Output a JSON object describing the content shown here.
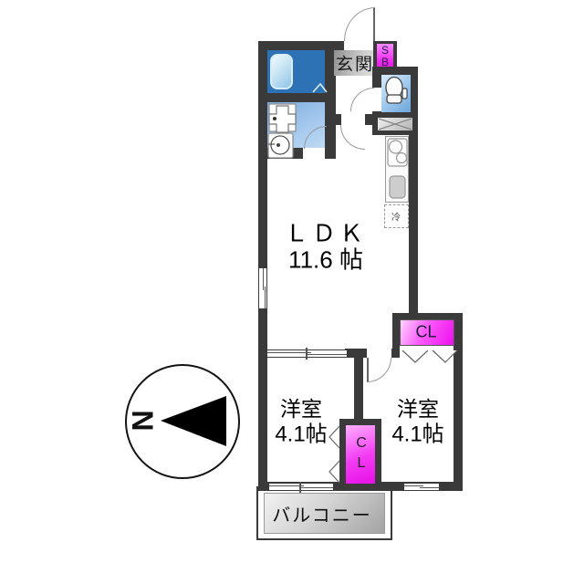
{
  "floorplan": {
    "rooms": {
      "ldk": {
        "name": "ＬＤＫ",
        "size": "11.6 帖"
      },
      "bedroom_left": {
        "name": "洋室",
        "size": "4.1帖"
      },
      "bedroom_right": {
        "name": "洋室",
        "size": "4.1帖"
      }
    },
    "entrance": {
      "label": "玄関"
    },
    "balcony": {
      "label": "バルコニー"
    },
    "storage": {
      "shoe_box": {
        "top": "S",
        "bottom": "B"
      },
      "closet_right": {
        "label": "CL"
      },
      "closet_middle": {
        "top": "C",
        "bottom": "L"
      }
    },
    "kitchen": {
      "refrigerator_label": "冷"
    },
    "compass": {
      "north_label": "N"
    },
    "colors": {
      "wall": "#3a3a3a",
      "closet_magenta": "#ee16ee",
      "bathroom_blue": "#2d72b5",
      "washroom_blue": "#8ab5e4",
      "toilet_blue": "#a9cdee",
      "entrance_gray": "#b5b5b5",
      "balcony_gray": "#c0c0c0"
    }
  }
}
